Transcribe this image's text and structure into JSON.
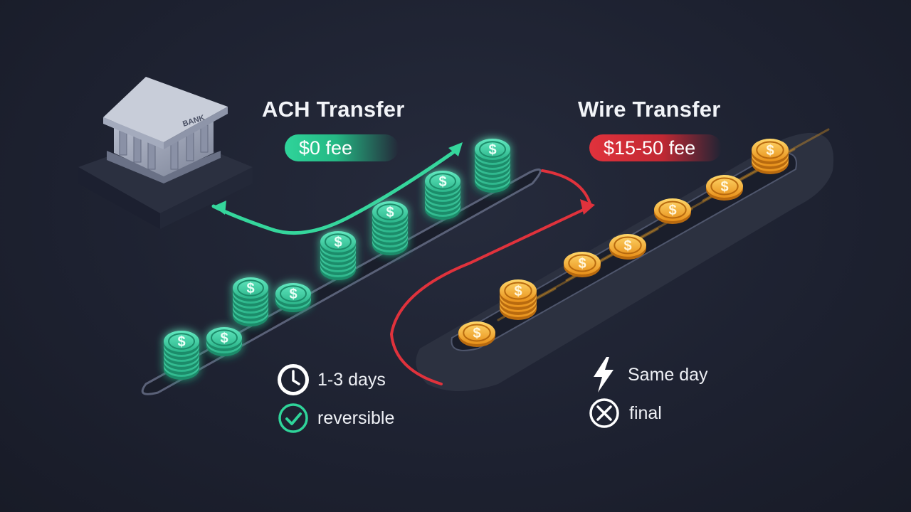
{
  "ach": {
    "title": "ACH Transfer",
    "fee": "$0 fee",
    "features": [
      {
        "icon": "clock-icon",
        "label": "1-3 days"
      },
      {
        "icon": "check-circle-icon",
        "label": "reversible"
      }
    ],
    "color": "#2fd49a"
  },
  "wire": {
    "title": "Wire Transfer",
    "fee": "$15-50 fee",
    "features": [
      {
        "icon": "lightning-icon",
        "label": "Same day"
      },
      {
        "icon": "x-circle-icon",
        "label": "final"
      }
    ],
    "color": "#e0323c"
  },
  "bank": {
    "sign": "BANK"
  },
  "coin_symbol": "$",
  "colors": {
    "ach_coin": "#3fd6a6",
    "wire_coin": "#f5a623",
    "background": "#1d2130"
  }
}
